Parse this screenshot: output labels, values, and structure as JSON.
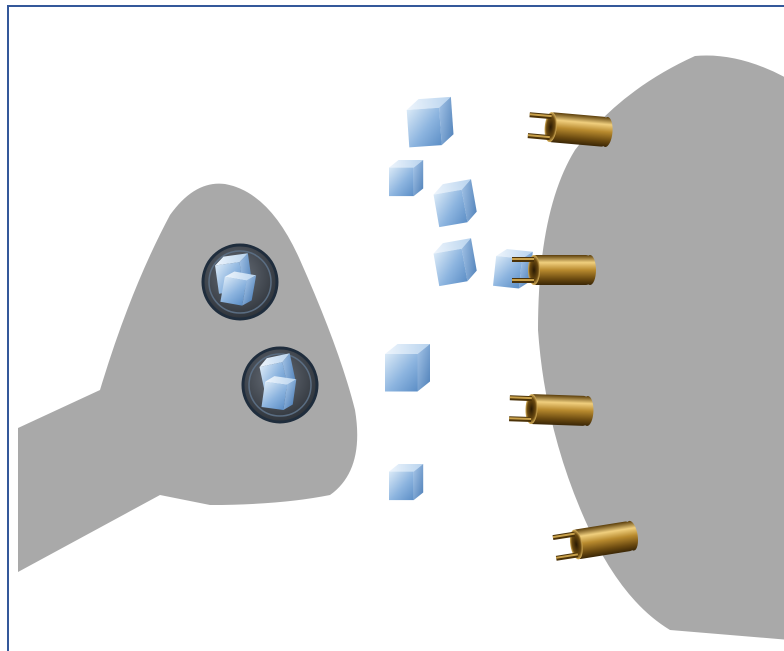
{
  "colors": {
    "frame": "#34589a",
    "cell_body": "#a9a9a9",
    "vesicle_ring": "#1f2d3d",
    "vesicle_fill": "#4a4f57",
    "cube_light": "#dbeaf7",
    "cube_mid": "#8cb4df",
    "cube_dark": "#4d7fb8",
    "receptor_light": "#f0cf7e",
    "receptor_mid": "#b88a2e",
    "receptor_dark": "#4b3208"
  },
  "elements": {
    "left_cell": "presynaptic-terminal",
    "right_cell": "postsynaptic-cell",
    "vesicles": [
      "vesicle-1",
      "vesicle-2"
    ],
    "free_cubes": 7,
    "receptors": 4
  }
}
